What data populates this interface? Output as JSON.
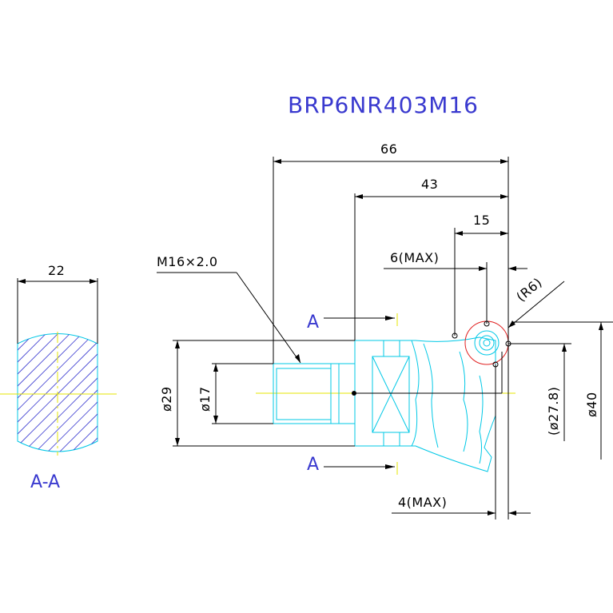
{
  "title": "BRP6NR403M16",
  "section_label": "A-A",
  "section_marker": "A",
  "thread_callout": "M16×2.0",
  "dimensions": {
    "overall_length": "66",
    "body_length": "43",
    "tip_length": "15",
    "gap_top": "6(MAX)",
    "gap_bottom": "4(MAX)",
    "radius": "(R6)",
    "dia_outer": "ø29",
    "dia_thread": "ø17",
    "dia_ball": "(ø27.8)",
    "dia_40": "ø40",
    "section_width": "22"
  },
  "colors": {
    "title": "#3a3acf",
    "outline": "#00c8e6",
    "dimension": "#000000",
    "centerline": "#e6e600",
    "highlight": "#e02020"
  }
}
